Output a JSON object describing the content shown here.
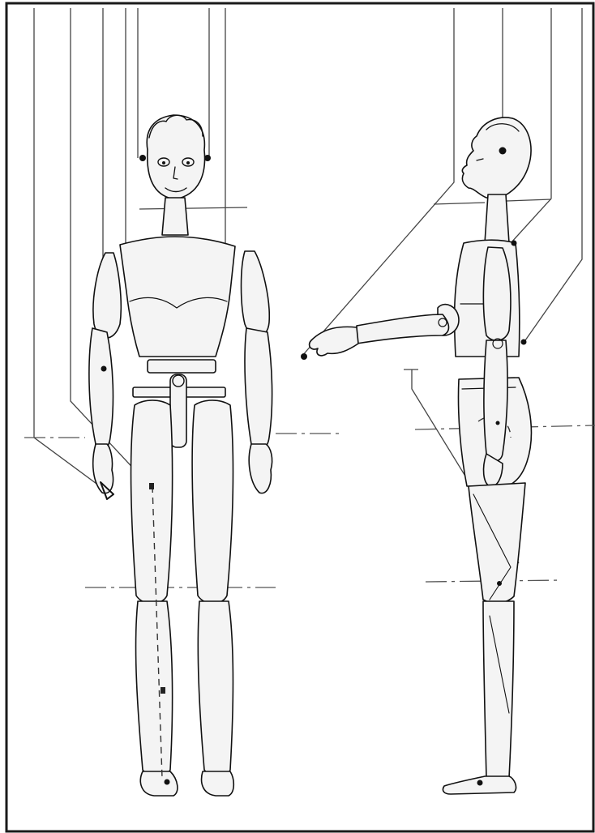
{
  "image": {
    "subject": "marionette-string-diagram",
    "views": [
      "front-view",
      "side-view"
    ]
  },
  "colors": {
    "ink": "#111111",
    "paper": "#ffffff",
    "frame": "#1a1a1a"
  }
}
